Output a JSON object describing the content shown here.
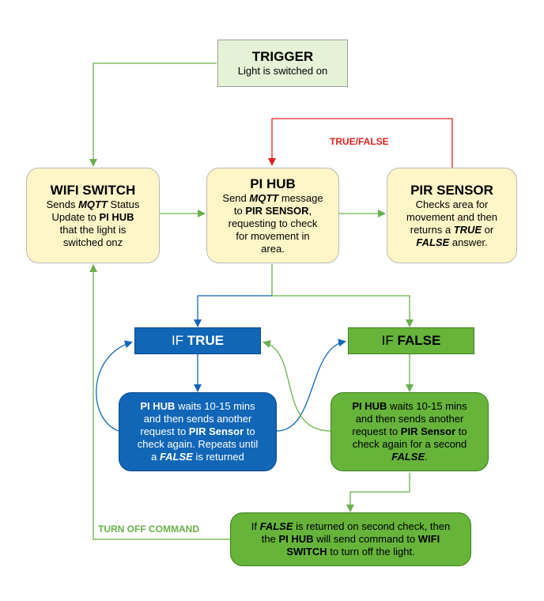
{
  "trigger": {
    "title": "TRIGGER",
    "text": "Light is switched on"
  },
  "wifi_switch": {
    "title": "WIFI SWITCH",
    "l1a": "Sends ",
    "l1b": "MQTT",
    "l1c": " Status",
    "l2a": "Update to ",
    "l2b": "PI HUB",
    "l3": "that the light is",
    "l4": "switched onz"
  },
  "pi_hub": {
    "title": "PI HUB",
    "l1a": "Send ",
    "l1b": "MQTT",
    "l1c": " message",
    "l2a": "to ",
    "l2b": "PIR SENSOR",
    "l2c": ",",
    "l3": "requesting to check",
    "l4": "for movement in",
    "l5": "area."
  },
  "pir_sensor": {
    "title": "PIR SENSOR",
    "l1": "Checks area for",
    "l2": "movement and then",
    "l3a": "returns a ",
    "l3b": "TRUE",
    "l3c": " or",
    "l4a": "FALSE",
    "l4b": " answer."
  },
  "if_true": {
    "prefix": "IF ",
    "value": "TRUE"
  },
  "if_false": {
    "prefix": "IF ",
    "value": "FALSE"
  },
  "true_action": {
    "l1a": "PI HUB",
    "l1b": " waits 10-15 mins",
    "l2": "and then sends another",
    "l3a": "request to ",
    "l3b": "PIR Sensor",
    "l3c": " to",
    "l4": "check again. Repeats until",
    "l5a": "a ",
    "l5b": "FALSE",
    "l5c": " is returned"
  },
  "false_action": {
    "l1a": "PI HUB",
    "l1b": " waits 10-15 mins",
    "l2": "and then sends another",
    "l3a": "request to ",
    "l3b": "PIR Sensor",
    "l3c": " to",
    "l4": "check again for a second",
    "l5a": "FALSE",
    "l5b": "."
  },
  "final": {
    "l1a": "If ",
    "l1b": "FALSE",
    "l1c": " is returned on second check, then",
    "l2a": "the ",
    "l2b": "PI HUB",
    "l2c": " will send command to ",
    "l2d": "WIFI",
    "l3a": "SWITCH",
    "l3b": " to turn off the light."
  },
  "labels": {
    "true_false": "TRUE/FALSE",
    "turn_off": "TURN OFF COMMAND"
  },
  "colors": {
    "green_line": "#6ab04c",
    "red_line": "#e02020",
    "blue_line": "#1166b8"
  }
}
